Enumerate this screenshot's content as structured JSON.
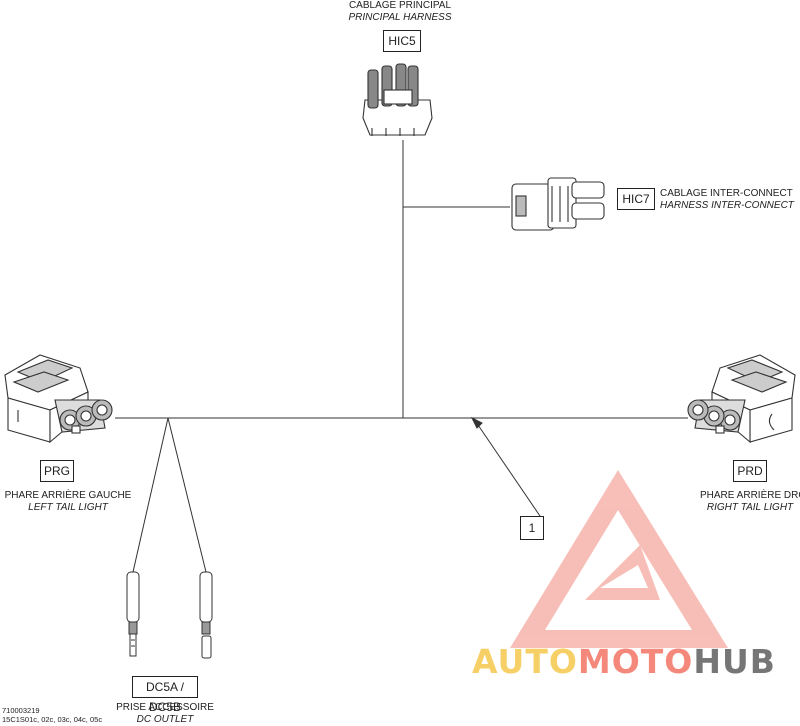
{
  "connectors": {
    "hic5": {
      "code": "HIC5",
      "fr": "CABLAGE PRINCIPAL",
      "en": "PRINCIPAL HARNESS"
    },
    "hic7": {
      "code": "HIC7",
      "fr": "CABLAGE INTER-CONNECT",
      "en": "HARNESS INTER-CONNECT"
    },
    "prg": {
      "code": "PRG",
      "fr": "PHARE ARRIÈRE GAUCHE",
      "en": "LEFT TAIL LIGHT"
    },
    "prd": {
      "code": "PRD",
      "fr": "PHARE ARRIÈRE DROIT",
      "en": "RIGHT TAIL LIGHT"
    },
    "dc": {
      "code": "DC5A / DC5B",
      "fr": "PRISE ACCESSOIRE",
      "en": "DC OUTLET"
    }
  },
  "callout": {
    "number": "1"
  },
  "footer": {
    "part_number": "710003219",
    "models": "15C1S01c, 02c, 03c, 04c, 05c"
  },
  "watermark": {
    "part1": "AUTO",
    "part2": "MOTO",
    "part3": "HUB",
    "colors": {
      "auto": "#f5c542",
      "moto": "#f26b5b",
      "hub": "#555555",
      "logo": "#f26b5b"
    }
  }
}
